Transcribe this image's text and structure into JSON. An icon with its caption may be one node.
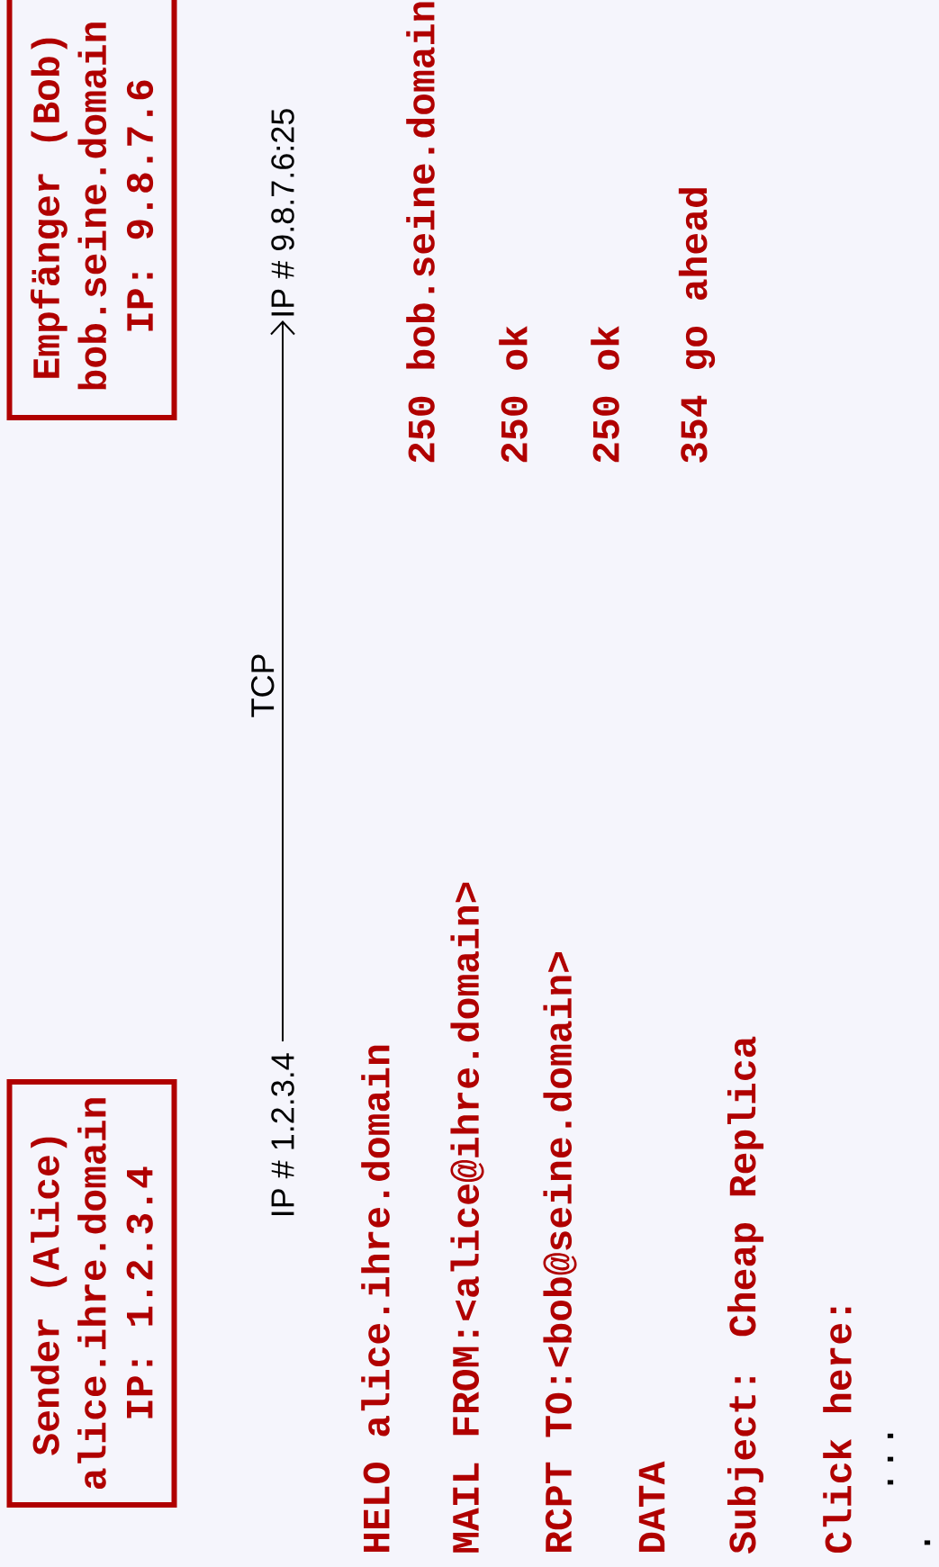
{
  "diagram": {
    "nodes": [
      {
        "text": [
          "Sender (Alice)",
          "alice.ihre.domain",
          "IP: 1.2.3.4"
        ]
      },
      {
        "text": [
          "Empfänger (Bob)",
          "bob.seine.domain",
          "IP: 9.8.7.6"
        ]
      },
      {
        "text": [
          "IP # 1.2.3.4"
        ]
      },
      {
        "text": [
          "IP # 9.8.7.6:25"
        ]
      }
    ],
    "edges": [
      {
        "from": 2,
        "to": 3,
        "arrow": "to",
        "label": "TCP"
      }
    ],
    "labels": [
      "HELO alice.ihre.domain",
      "250 bob.seine.domain",
      "MAIL FROM:<alice@ihre.domain>",
      "250 ok",
      "RCPT TO:<bob@seine.domain>",
      "250 ok",
      "DATA",
      "354 go ahead",
      "Subject: Cheap Replica",
      "Click here:",
      "...",
      "."
    ]
  }
}
